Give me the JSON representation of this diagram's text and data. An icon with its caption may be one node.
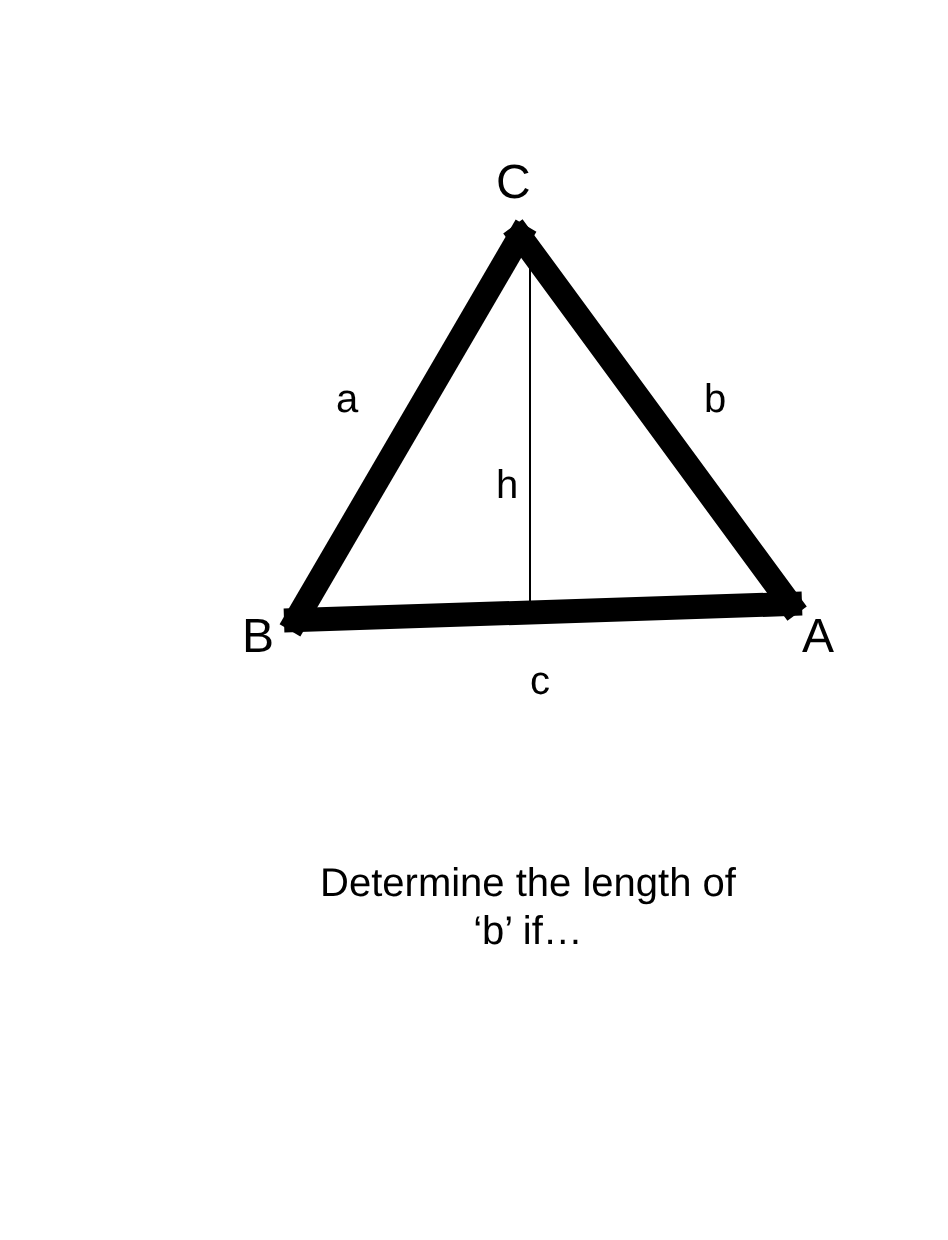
{
  "diagram": {
    "caption": "Determine the length of ‘b’ if…",
    "nodes": [
      {
        "text": [
          "C"
        ]
      },
      {
        "text": [
          "B"
        ]
      },
      {
        "text": [
          "A"
        ]
      }
    ],
    "edges": [
      {
        "from": 0,
        "to": 1,
        "arrow": "none",
        "label": "a"
      },
      {
        "from": 0,
        "to": 2,
        "arrow": "none",
        "label": "b"
      },
      {
        "from": 1,
        "to": 2,
        "arrow": "none",
        "label": "c"
      }
    ],
    "labels": [
      "h"
    ]
  }
}
